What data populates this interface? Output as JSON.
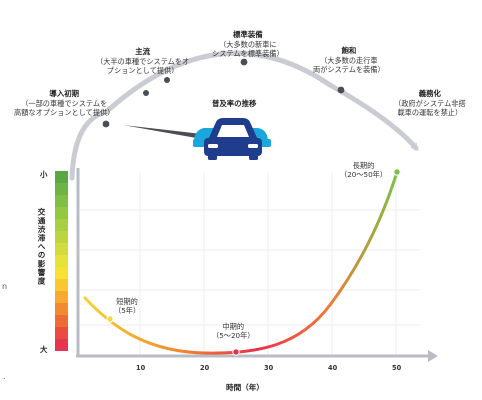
{
  "milestones": [
    {
      "title": "導入初期",
      "desc": [
        "（一部の車種でシステムを",
        "高額なオプションとして提供）"
      ]
    },
    {
      "title": "主流",
      "desc": [
        "（大半の車種でシステムをオ",
        "プションとして提供）"
      ]
    },
    {
      "title": "標準装備",
      "desc": [
        "（大多数の新車に",
        "システムを標準装備）"
      ]
    },
    {
      "title": "飽和",
      "desc": [
        "（大多数の走行車",
        "両がシステムを装備）"
      ]
    },
    {
      "title": "義務化",
      "desc": [
        "（政府がシステム非搭",
        "載車の運転を禁止）"
      ]
    }
  ],
  "adoption_label": "普及率の推移",
  "y_axis": {
    "label": "交通渋滞への影響度",
    "top": "小",
    "bottom": "大"
  },
  "x_axis": {
    "label": "時間（年）",
    "ticks": [
      "10",
      "20",
      "30",
      "40",
      "50"
    ]
  },
  "terms": [
    {
      "name": "短期的",
      "period": "（5年）"
    },
    {
      "name": "中期的",
      "period": "（5～20年）"
    },
    {
      "name": "長期的",
      "period": "（20～50年）"
    }
  ],
  "edge_marks": [
    "n",
    "."
  ],
  "colors": {
    "arc": "#c9ccd2",
    "dot": "#4a4d55",
    "car_main": "#1f3d8c",
    "car_side": "#1aa7dd",
    "axis": "#b9bcc4"
  }
}
